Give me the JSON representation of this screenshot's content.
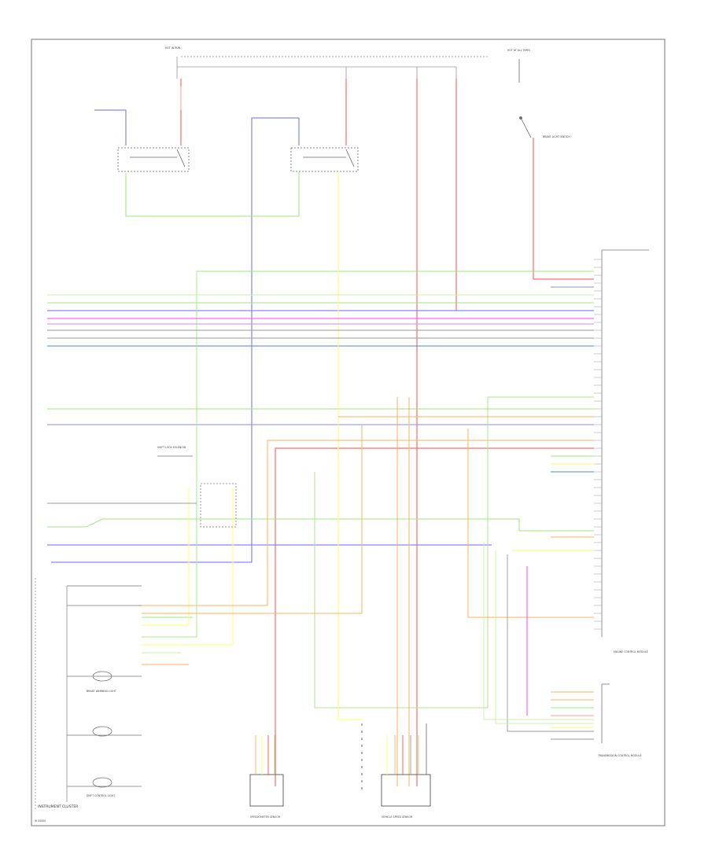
{
  "colors": {
    "red": "#ff4b4b",
    "pink": "#ff9aa6",
    "green": "#9be87a",
    "light_green": "#c8f0a8",
    "blue": "#6b6bff",
    "yellow": "#ffff66",
    "orange": "#ffb060",
    "magenta": "#ff44ff",
    "violet": "#cc88ff",
    "gray": "#9a9a9a",
    "tan": "#d9b070",
    "frame": "#777777"
  },
  "labels": {
    "instrument_cluster": "INSTRUMENT CLUSTER",
    "corner": "W 00000",
    "shift_lock_solenoid": "SHIFT LOCK SOLENOID",
    "brake_warning": "BRAKE WARNING LIGHT",
    "shift_control": "SHIFT CONTROL LIGHT",
    "brake_light_switch": "BRAKE LIGHT SWITCH",
    "speedometer_sensor": "SPEEDOMETER SENSOR",
    "vehicle_speed_sensor": "VEHICLE SPEED SENSOR",
    "tcm": "TRANSMISSION CONTROL MODULE",
    "pcm": "ENGINE CONTROL MODULE",
    "hot_in_run": "HOT IN RUN",
    "hot_at_all_times": "HOT AT ALL TIMES"
  }
}
